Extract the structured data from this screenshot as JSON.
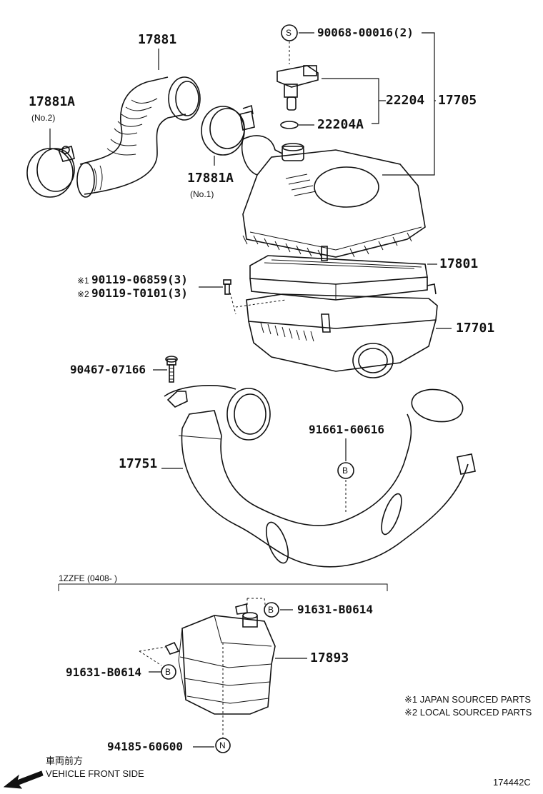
{
  "parts": {
    "p17881": "17881",
    "p17881A_no2": "17881A",
    "p17881A_no2_sub": "(No.2)",
    "p17881A_no1": "17881A",
    "p17881A_no1_sub": "(No.1)",
    "p90068": "90068-00016(2)",
    "p22204": "22204",
    "p17705": "17705",
    "p22204A": "22204A",
    "p17801": "17801",
    "p90119_1": "90119-06859(3)",
    "p90119_2": "90119-T0101(3)",
    "mark1": "※1",
    "mark2": "※2",
    "p17701": "17701",
    "p90467": "90467-07166",
    "p91661": "91661-60616",
    "p17751": "17751",
    "p91631_right": "91631-B0614",
    "p17893": "17893",
    "p91631_left": "91631-B0614",
    "p94185": "94185-60600"
  },
  "circle_marks": {
    "s": "S",
    "b": "B",
    "n": "N"
  },
  "variant_note": "1ZZFE (0408-     )",
  "legend": {
    "note1": "※1  JAPAN SOURCED PARTS",
    "note2": "※2  LOCAL SOURCED PARTS"
  },
  "direction": {
    "jp_label": "車両前方",
    "label": "VEHICLE FRONT SIDE"
  },
  "figure_id": "174442C"
}
